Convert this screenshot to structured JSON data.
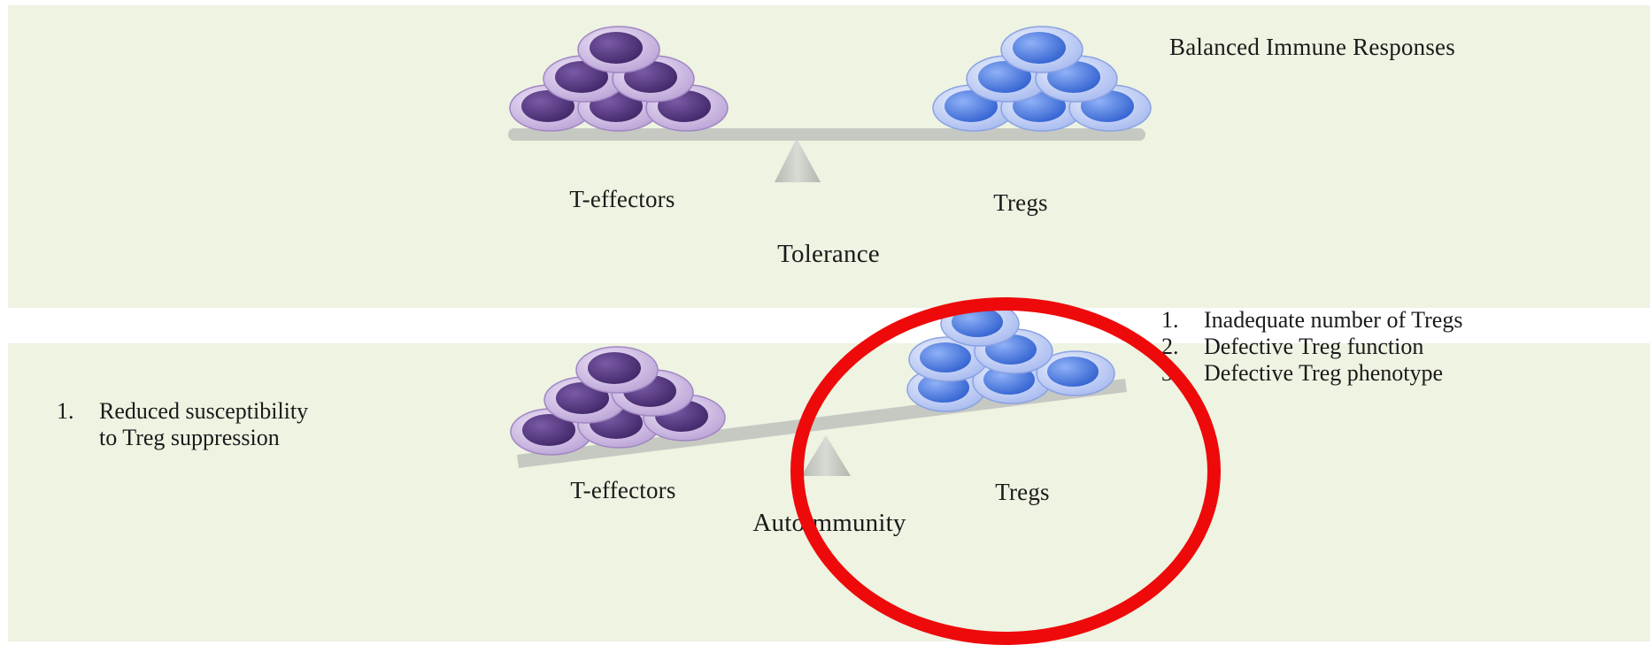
{
  "tolerance_panel": {
    "heading": "Balanced Immune Responses",
    "left_label": "T-effectors",
    "right_label": "Tregs",
    "caption": "Tolerance"
  },
  "autoimmunity_panel": {
    "left_label": "T-effectors",
    "right_label": "Tregs",
    "caption": "Autoimmunity",
    "effector_reasons": [
      {
        "num": "1.",
        "lines": [
          "Reduced susceptibility",
          "to Treg suppression"
        ]
      }
    ],
    "treg_reasons": [
      {
        "num": "1.",
        "text": "Inadequate number of Tregs"
      },
      {
        "num": "2.",
        "text": "Defective Treg function"
      },
      {
        "num": "3.",
        "text": "Defective Treg phenotype"
      }
    ]
  },
  "colors": {
    "panel_background": "#eef3e2",
    "effector_cell": "#5b3d86",
    "effector_membrane": "#c7b2df",
    "treg_cell": "#3f73d6",
    "treg_membrane": "#a9bdf1",
    "beam": "#c6c9c2",
    "annotation_ring": "#ee0a0a"
  },
  "icons": [
    "effector-cell-icon",
    "treg-cell-icon",
    "seesaw-fulcrum-icon"
  ]
}
